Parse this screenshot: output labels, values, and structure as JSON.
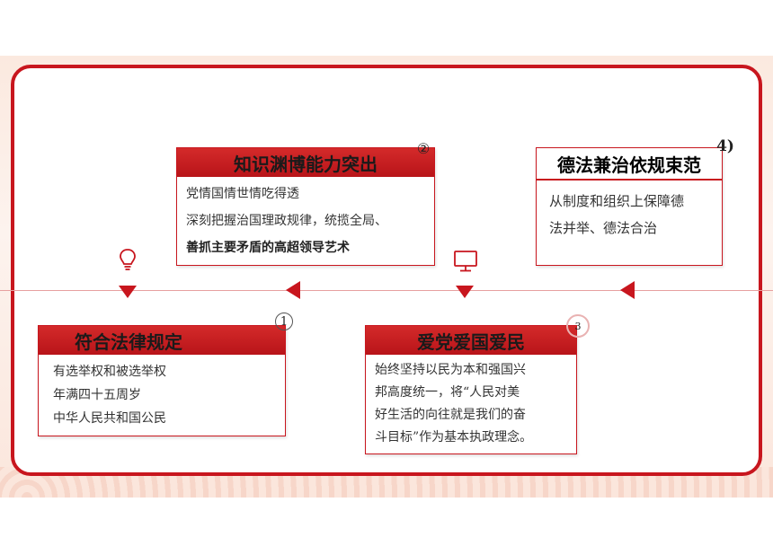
{
  "boxes": {
    "knowledge": {
      "title": "知识渊博能力突出",
      "badge": "②",
      "lines": [
        "党情国情世情吃得透",
        "深刻把握治国理政规律，统揽全局、",
        "善抓主要矛盾的高超领导艺术"
      ]
    },
    "rule_of_law": {
      "title": "德法兼治依规束范",
      "badge": "4)",
      "lines": [
        "从制度和组织上保障德",
        "法并举、德法合治"
      ]
    },
    "legal": {
      "title": "符合法律规定",
      "badge": "1",
      "lines": [
        "有选举权和被选举权",
        "年满四十五周岁",
        "中华人民共和国公民"
      ]
    },
    "patriot": {
      "title": "爱党爱国爱民",
      "badge": "3",
      "lines": [
        "始终坚持以民为本和强国兴",
        "邦高度统一，将“人民对美",
        "好生活的向往就是我们的奋",
        "斗目标”作为基本执政理念。"
      ]
    }
  },
  "icons": [
    "lightbulb-icon",
    "monitor-icon"
  ],
  "colors": {
    "accent": "#c8161e"
  }
}
